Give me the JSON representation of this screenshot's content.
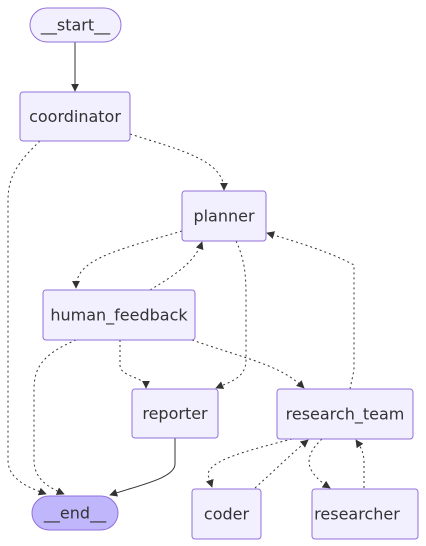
{
  "nodes": {
    "start": "__start__",
    "coordinator": "coordinator",
    "planner": "planner",
    "human_feedback": "human_feedback",
    "reporter": "reporter",
    "research_team": "research_team",
    "end": "__end__",
    "coder": "coder",
    "researcher": "researcher"
  },
  "edges": [
    {
      "from": "start",
      "to": "coordinator",
      "style": "solid"
    },
    {
      "from": "coordinator",
      "to": "planner",
      "style": "dotted"
    },
    {
      "from": "coordinator",
      "to": "end",
      "style": "dotted"
    },
    {
      "from": "planner",
      "to": "human_feedback",
      "style": "dotted"
    },
    {
      "from": "human_feedback",
      "to": "planner",
      "style": "dotted"
    },
    {
      "from": "planner",
      "to": "reporter",
      "style": "dotted"
    },
    {
      "from": "research_team",
      "to": "planner",
      "style": "dotted"
    },
    {
      "from": "human_feedback",
      "to": "reporter",
      "style": "dotted"
    },
    {
      "from": "human_feedback",
      "to": "research_team",
      "style": "dotted"
    },
    {
      "from": "human_feedback",
      "to": "end",
      "style": "dotted"
    },
    {
      "from": "reporter",
      "to": "end",
      "style": "solid"
    },
    {
      "from": "research_team",
      "to": "coder",
      "style": "dotted"
    },
    {
      "from": "coder",
      "to": "research_team",
      "style": "dotted"
    },
    {
      "from": "research_team",
      "to": "researcher",
      "style": "dotted"
    },
    {
      "from": "researcher",
      "to": "research_team",
      "style": "dotted"
    }
  ],
  "colors": {
    "node_fill": "#f2f0ff",
    "node_stroke": "#9370db",
    "end_fill": "#bfb6fc",
    "edge": "#333333",
    "text": "#333333"
  }
}
